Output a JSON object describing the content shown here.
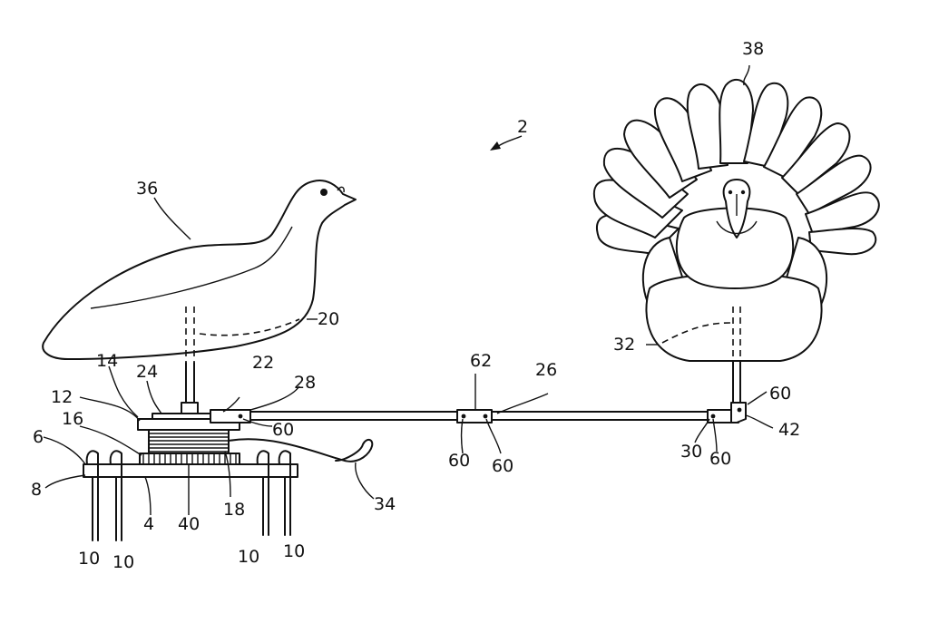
{
  "figure": {
    "labels": {
      "assembly": "2",
      "base_plate": "4",
      "plate_top": "6",
      "plate_edge": "8",
      "stake_a": "10",
      "stake_b": "10",
      "stake_c": "10",
      "stake_d": "10",
      "turntable_top": "12",
      "turntable_plate": "14",
      "bearing": "16",
      "spring": "18",
      "hen_post": "20",
      "arm_bracket": "22",
      "post_socket": "24",
      "arm": "26",
      "arm_end_a": "28",
      "arm_end_b": "30",
      "tom_post": "32",
      "pull_cord": "34",
      "hen_decoy": "36",
      "tom_decoy": "38",
      "gear_ring": "40",
      "elbow": "42",
      "fastener_a": "60",
      "fastener_b": "60",
      "fastener_c": "60",
      "fastener_d": "60",
      "fastener_e": "60",
      "coupler": "62"
    }
  }
}
